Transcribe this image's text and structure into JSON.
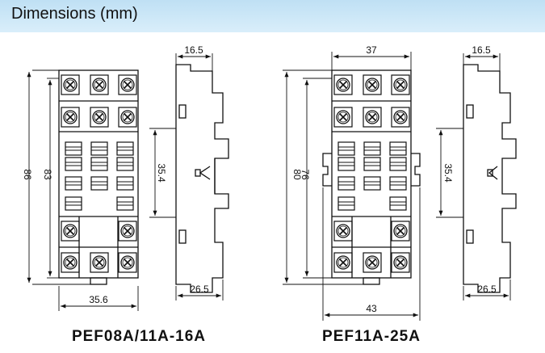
{
  "header": {
    "title": "Dimensions (mm)"
  },
  "diagrams": [
    {
      "model": "PEF08A/11A-16A",
      "dims": {
        "front_height_outer": "86",
        "front_height_inner": "83",
        "front_width": "35.6",
        "side_top": "16.5",
        "side_center": "35.4",
        "side_bottom": "26.5"
      }
    },
    {
      "model": "PEF11A-25A",
      "dims": {
        "front_width_top": "37",
        "front_height_outer": "80",
        "front_height_inner": "76",
        "front_width_bottom": "43",
        "side_top": "16.5",
        "side_center": "35.4",
        "side_bottom": "26.5"
      }
    }
  ],
  "icons": [
    "screw-terminal-icon",
    "socket-slot-icon",
    "dimension-arrow-icon"
  ]
}
